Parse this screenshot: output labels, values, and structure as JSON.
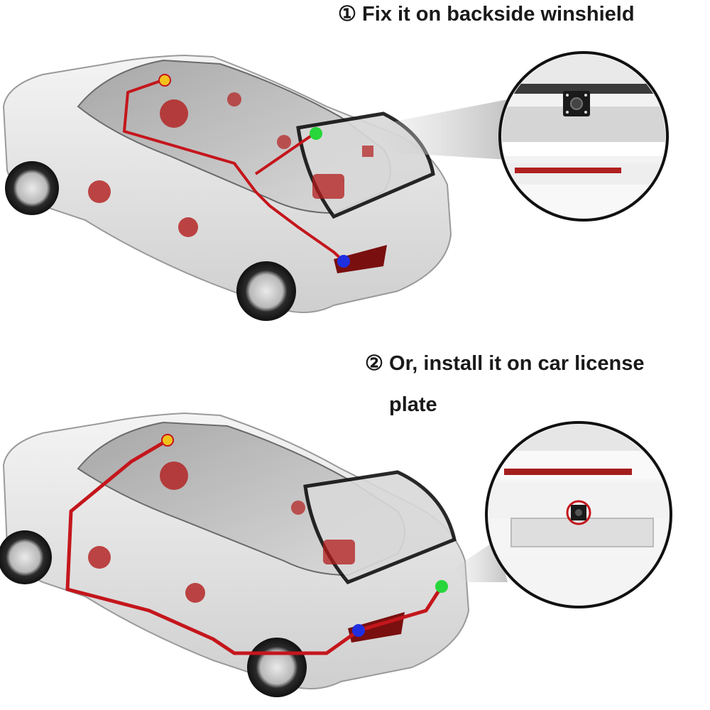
{
  "captions": {
    "step1": "①  Fix it on backside winshield",
    "step2_line1": "② Or, install it on car license",
    "step2_line2": "plate"
  },
  "colors": {
    "cable": "#c4161c",
    "dot_power": "#f2c21b",
    "dot_camera": "#27d63a",
    "dot_reverse": "#1f2fe0",
    "car_body": "#e6e6e6"
  },
  "icons": {
    "car": "sedan-car-illustration",
    "camera": "backup-camera-icon"
  }
}
